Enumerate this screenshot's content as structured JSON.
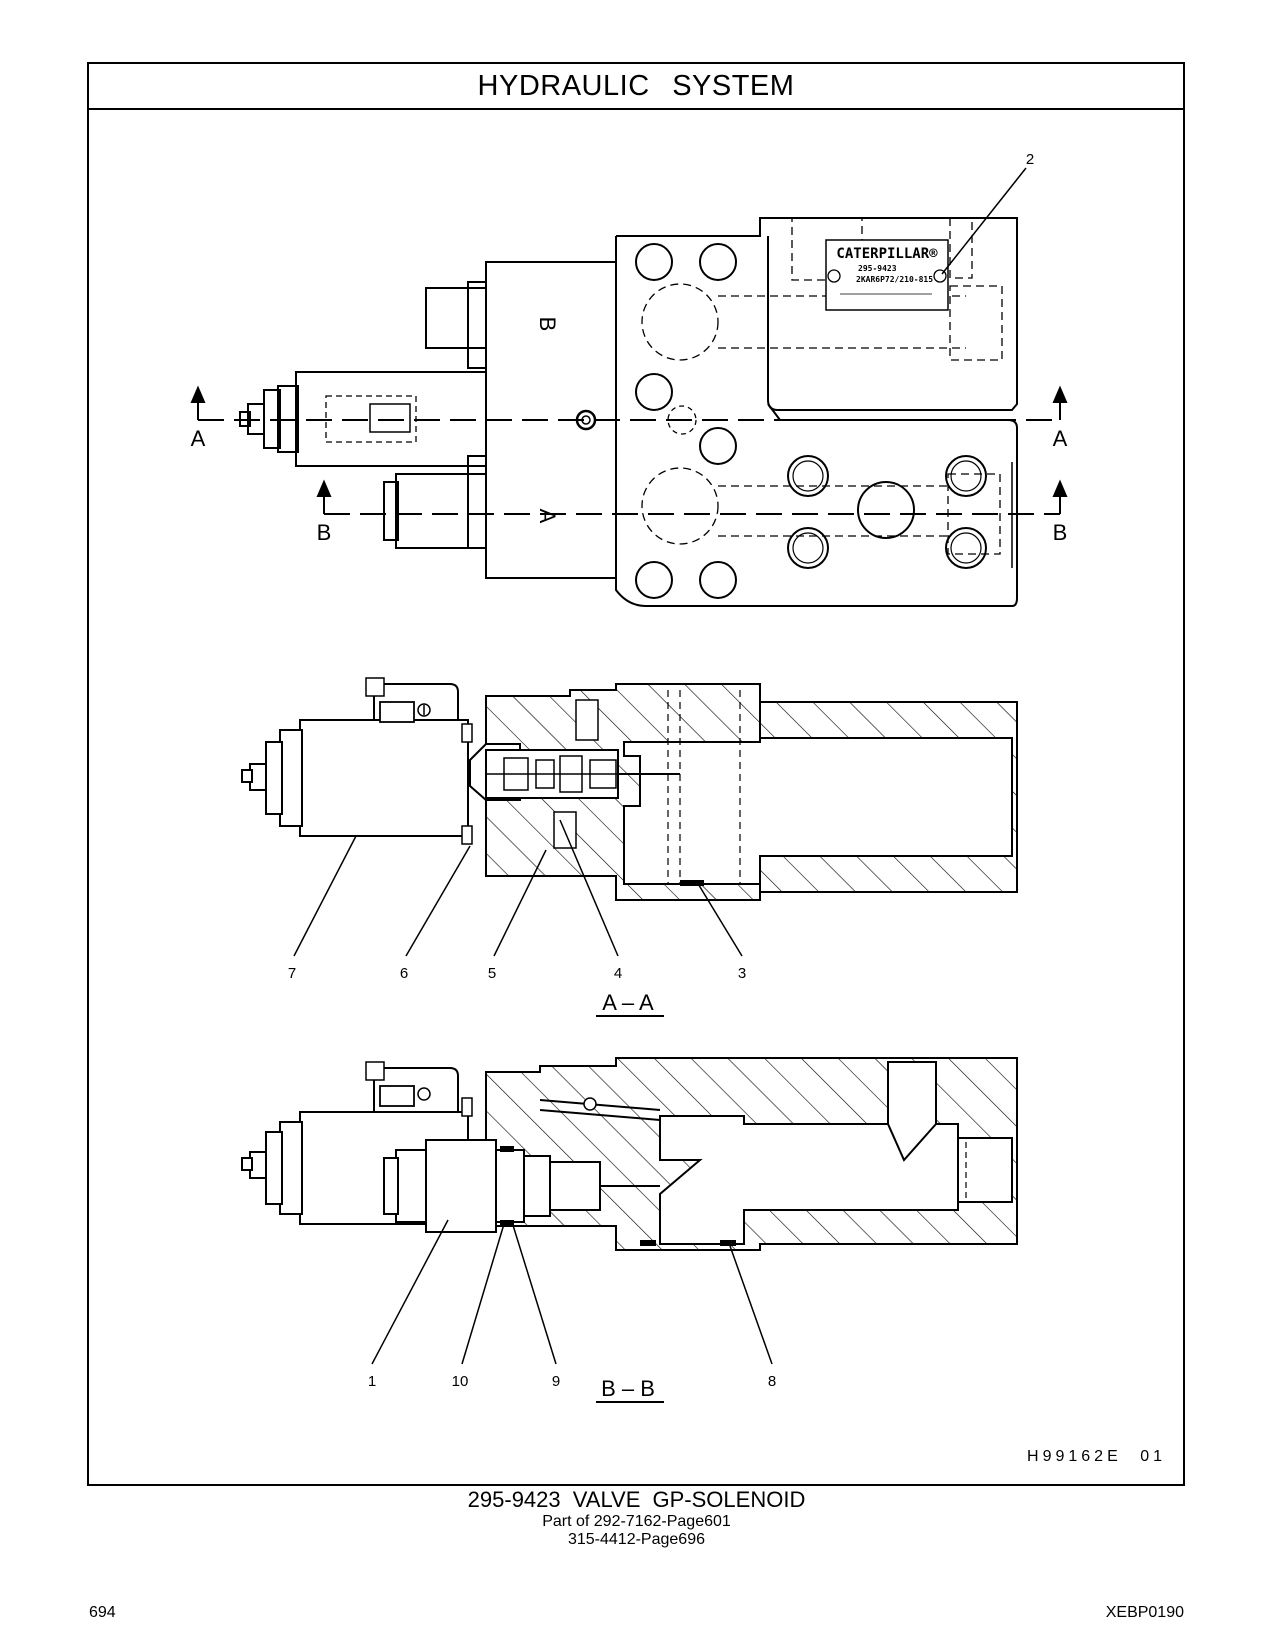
{
  "header": {
    "title": "HYDRAULIC SYSTEM"
  },
  "nameplate": {
    "brand": "CATERPILLAR®",
    "part": "295-9423",
    "code": "2KAR6P72/210-815"
  },
  "port_labels": {
    "b": "B",
    "a": "A"
  },
  "section_cuts": {
    "a": "A",
    "b": "B"
  },
  "sections": {
    "aa": "A – A",
    "bb": "B – B"
  },
  "callouts": {
    "c1": "1",
    "c2": "2",
    "c3": "3",
    "c4": "4",
    "c5": "5",
    "c6": "6",
    "c7": "7",
    "c8": "8",
    "c9": "9",
    "c10": "10"
  },
  "illustration_ref": "H99162E 01",
  "caption": {
    "line1": "295-9423 VALVE GP-SOLENOID",
    "line2": "Part of 292-7162-Page601",
    "line3": "315-4412-Page696"
  },
  "footer": {
    "page": "694",
    "doc": "XEBP0190"
  }
}
